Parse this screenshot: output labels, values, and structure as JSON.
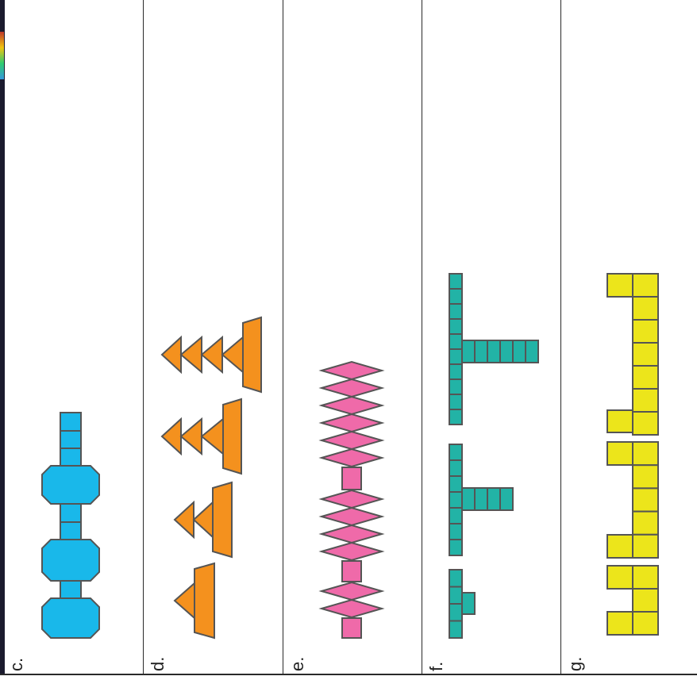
{
  "sheet": {
    "columns": [
      {
        "id": "c",
        "label": "c.",
        "shape": "octagon and square pattern",
        "color": "#19b8ea"
      },
      {
        "id": "d",
        "label": "d.",
        "shape": "triangle and trapezoid pattern",
        "color": "#f4911e"
      },
      {
        "id": "e",
        "label": "e.",
        "shape": "rhombus and square pattern",
        "color": "#ef6aa9"
      },
      {
        "id": "f",
        "label": "f.",
        "shape": "square T pattern",
        "color": "#22b3a6"
      },
      {
        "id": "g",
        "label": "g.",
        "shape": "square J pattern",
        "color": "#ece51b"
      }
    ]
  },
  "colors": {
    "stroke": "#555555",
    "divider": "#2a2a2a"
  }
}
